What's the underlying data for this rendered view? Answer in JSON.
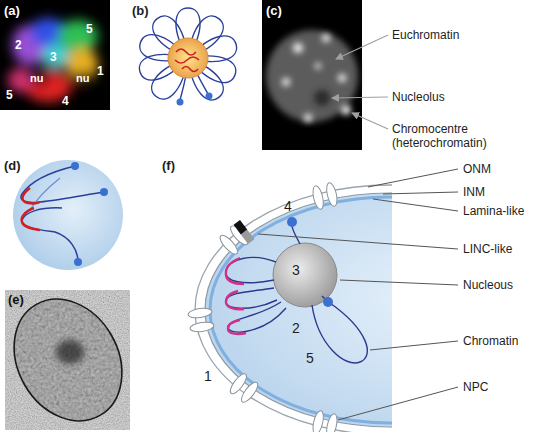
{
  "diagram": {
    "labels": [
      "(a)",
      "2",
      "5",
      "3",
      "nu",
      "nu",
      "1",
      "5",
      "4",
      "(b)",
      "(c)",
      "Euchromatin",
      "Nucleolus",
      "Chromocentre (heterochromatin)",
      "(d)",
      "(e)",
      "(f)",
      "ONM",
      "INM",
      "Lamina-like",
      "LINC-like",
      "Nucleous",
      "Chromatin",
      "NPC",
      "4",
      "3",
      "2",
      "5",
      "1"
    ]
  }
}
